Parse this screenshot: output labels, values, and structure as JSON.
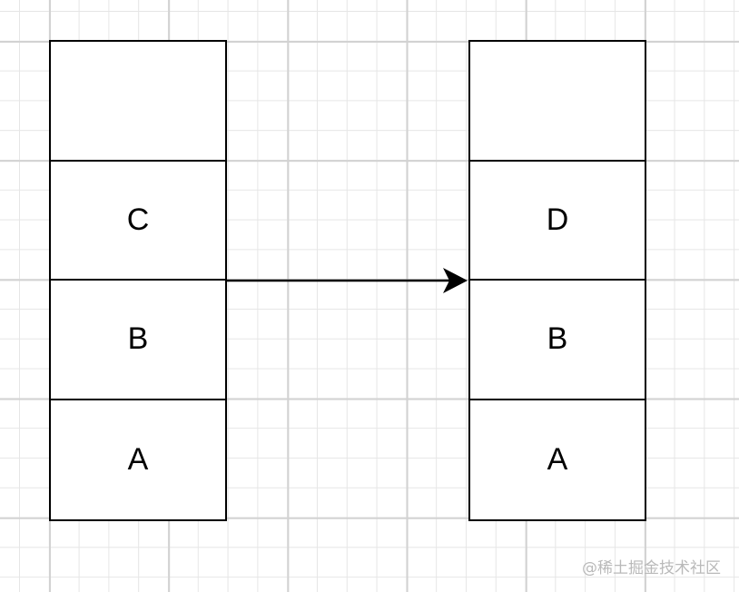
{
  "diagram": {
    "left_stack": {
      "cells": [
        "",
        "C",
        "B",
        "A"
      ]
    },
    "right_stack": {
      "cells": [
        "",
        "D",
        "B",
        "A"
      ]
    }
  },
  "watermark": "@稀土掘金技术社区"
}
